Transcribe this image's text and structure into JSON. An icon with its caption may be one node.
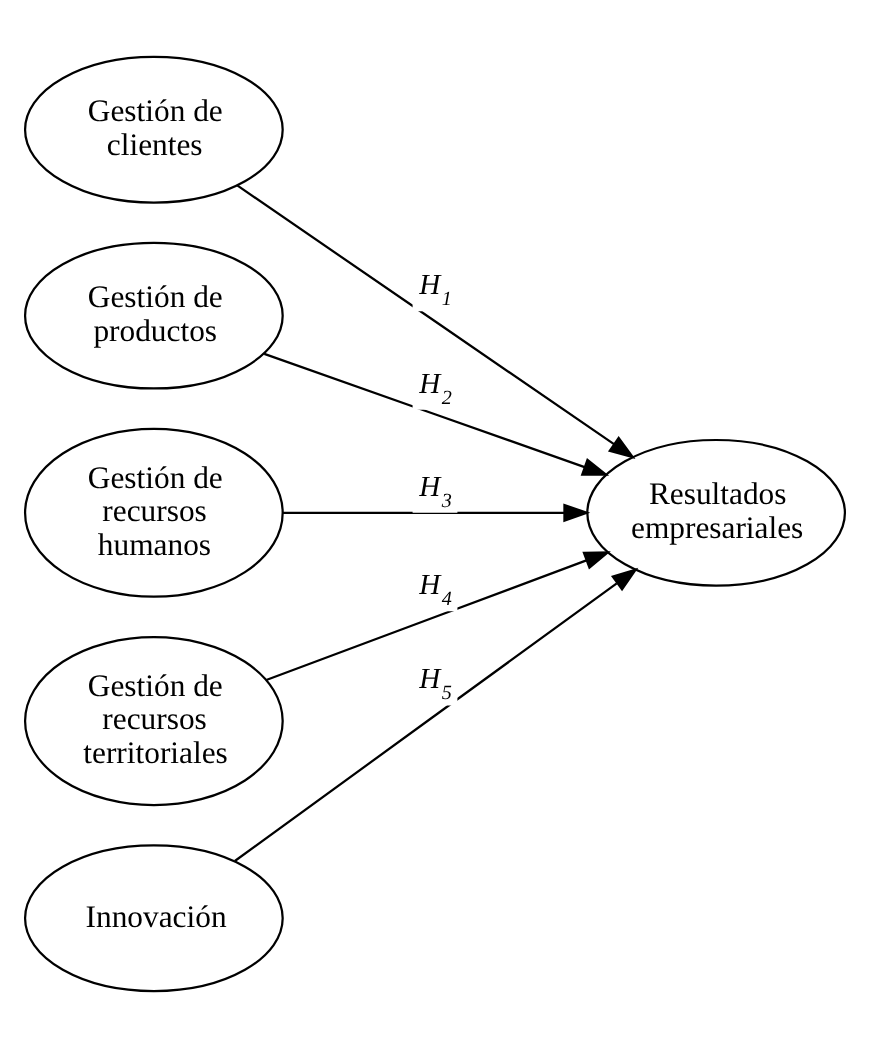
{
  "diagram": {
    "nodes": [
      {
        "text": [
          "Gestión de clientes"
        ]
      },
      {
        "text": [
          "Gestión de productos"
        ]
      },
      {
        "text": [
          "Gestión de recursos humanos"
        ]
      },
      {
        "text": [
          "Gestión de recursos territoriales"
        ]
      },
      {
        "text": [
          "Innovación"
        ]
      },
      {
        "text": [
          "Resultados empresariales"
        ]
      }
    ],
    "edges": [
      {
        "from": 0,
        "to": 5,
        "arrow": "to",
        "label": "H$_{1}$"
      },
      {
        "from": 1,
        "to": 5,
        "arrow": "to",
        "label": "H$_{2}$"
      },
      {
        "from": 2,
        "to": 5,
        "arrow": "to",
        "label": "H$_{3}$"
      },
      {
        "from": 3,
        "to": 5,
        "arrow": "to",
        "label": "H$_{4}$"
      },
      {
        "from": 4,
        "to": 5,
        "arrow": "to",
        "label": "H$_{5}$"
      }
    ]
  }
}
